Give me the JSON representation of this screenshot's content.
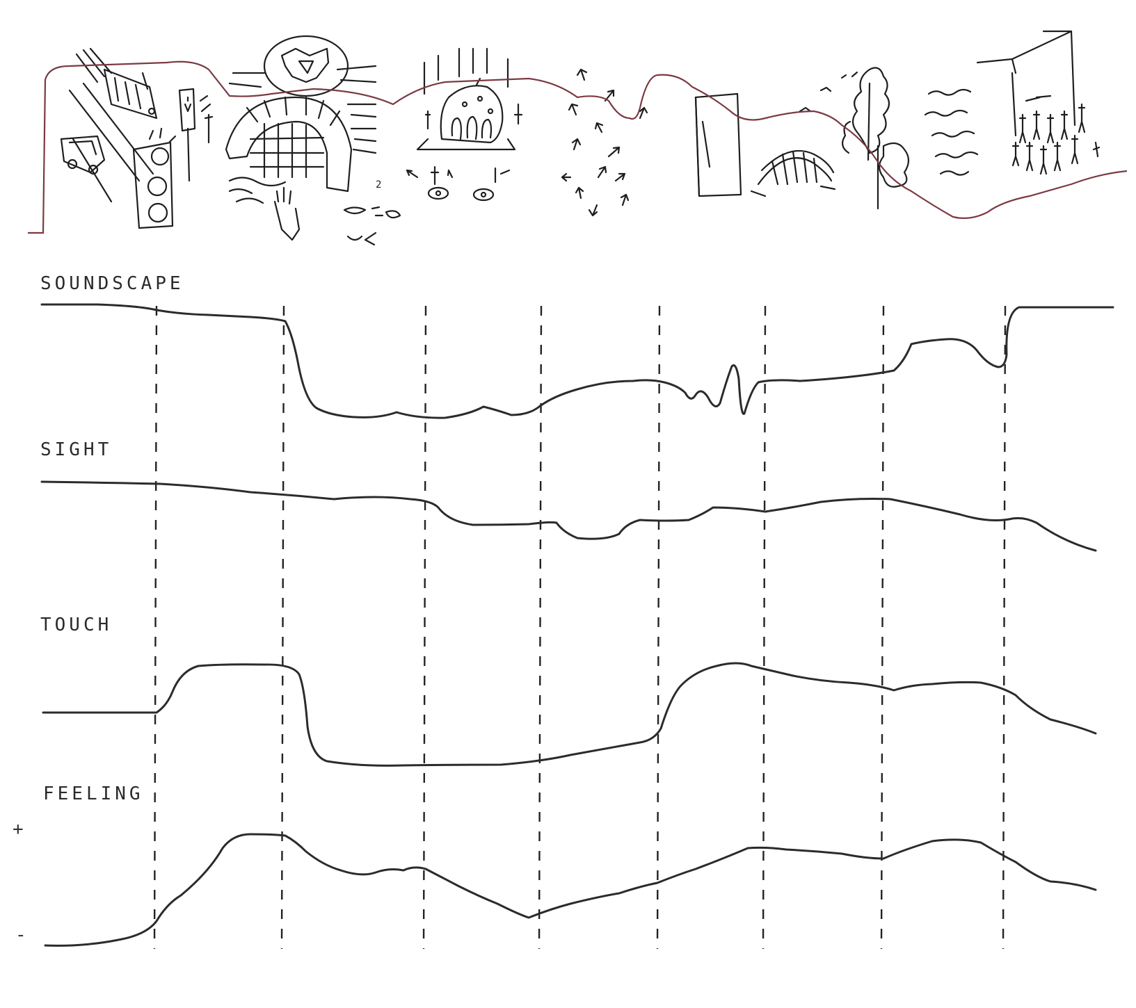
{
  "colors": {
    "ink": "#2b2b2b",
    "route_line": "#7a3a42",
    "paper": "#ffffff"
  },
  "tracks": [
    {
      "id": "soundscape",
      "label": "SOUNDSCAPE"
    },
    {
      "id": "sight",
      "label": "SIGHT"
    },
    {
      "id": "touch",
      "label": "TOUCH"
    },
    {
      "id": "feeling",
      "label": "FEELING"
    }
  ],
  "feeling_scale": {
    "plus": "+",
    "minus": "-"
  },
  "sketch_panel": {
    "scenes": [
      "traffic-street-scene",
      "tunnel-arch-scene",
      "fountain-plaza-scene",
      "arrows-crowd-scene",
      "building-bridge-scene",
      "trees-water-scene",
      "crowd-tower-scene"
    ],
    "small_label": "2"
  }
}
